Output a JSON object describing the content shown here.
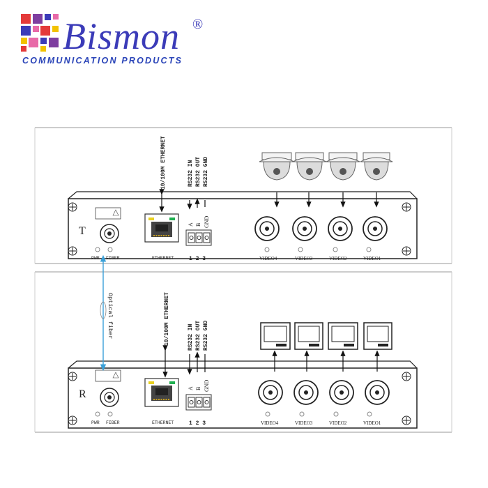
{
  "brand": {
    "name": "Bismon",
    "registered": "®",
    "tagline": "COMMUNICATION PRODUCTS",
    "colors": {
      "red": "#e43a3a",
      "yellow": "#f2c200",
      "purple": "#7e3ea0",
      "blue": "#3b3bb8",
      "pink": "#e86aa8"
    }
  },
  "transmitter": {
    "unit_letter": "T",
    "ethernet_label": "10/100M ETHERNET",
    "rs232_labels": [
      "RS232 IN",
      "RS232 OUT",
      "RS232 GND"
    ],
    "terminal_letters": [
      "A",
      "B",
      "GND"
    ],
    "terminal_numbers": "1 2 3",
    "port_label": "ETHERNET",
    "pwr_label": "PWR",
    "fiber_label": "FIBER",
    "video_labels": [
      "VIDEO4",
      "VIDEO3",
      "VIDEO2",
      "VIDEO1"
    ],
    "device_icon": "dome-camera-icon"
  },
  "receiver": {
    "unit_letter": "R",
    "ethernet_label": "10/100M ETHERNET",
    "rs232_labels": [
      "RS232 IN",
      "RS232 OUT",
      "RS232 GND"
    ],
    "terminal_letters": [
      "A",
      "B",
      "GND"
    ],
    "terminal_numbers": "1 2 3",
    "port_label": "ETHERNET",
    "pwr_label": "PWR",
    "fiber_label": "FIBER",
    "video_labels": [
      "VIDEO4",
      "VIDEO3",
      "VIDEO2",
      "VIDEO1"
    ],
    "device_icon": "monitor-icon"
  },
  "link": {
    "label": "Optical fiber",
    "color": "#3aa0d8"
  }
}
